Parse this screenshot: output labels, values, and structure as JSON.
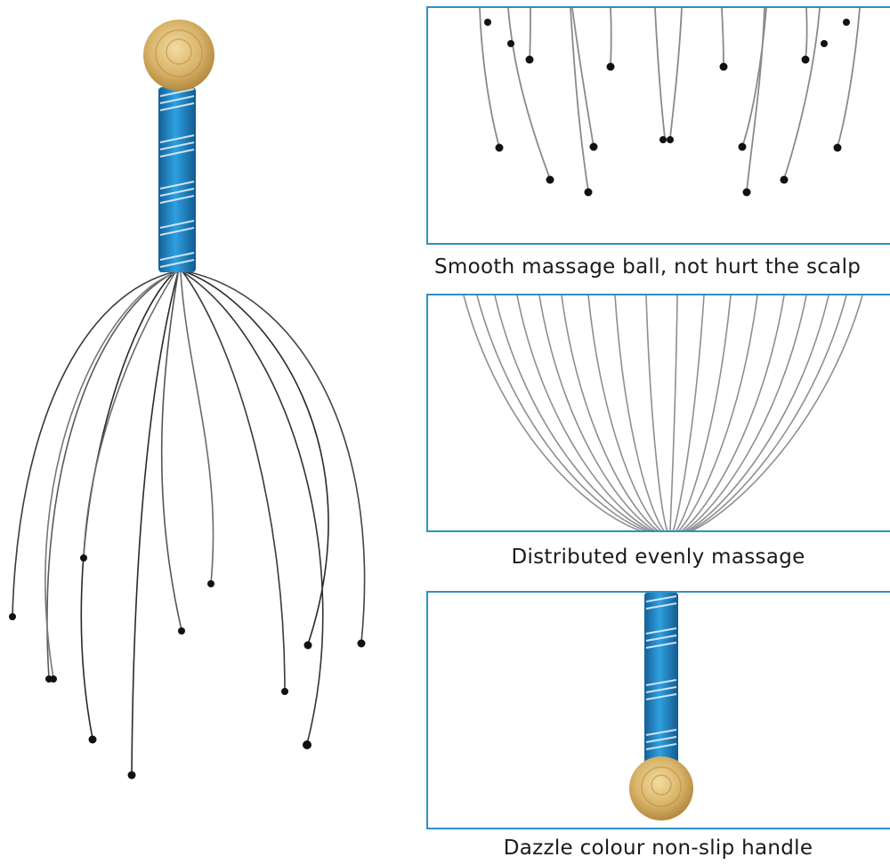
{
  "captions": {
    "ball": "Smooth massage ball, not hurt the scalp",
    "distributed": "Distributed evenly massage",
    "handle": "Dazzle colour non-slip handle"
  },
  "colors": {
    "frame": "#2f8fc6",
    "handle_blue": "#1f7fc0",
    "wood_knob": "#d9b46a",
    "wire": "#8a8a8a",
    "wire_dark": "#2a2a2a",
    "tip": "#111111"
  }
}
